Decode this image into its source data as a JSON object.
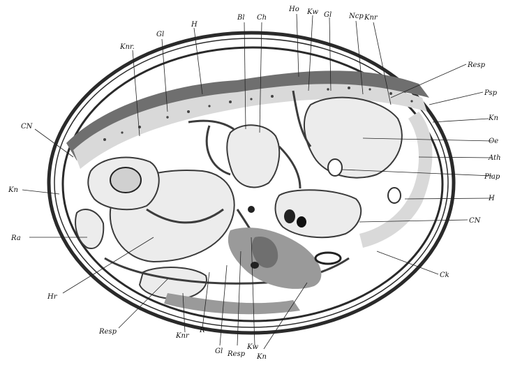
{
  "figure": {
    "labels": {
      "Knr_top_left": "Knr.",
      "Gl_top": "Gl",
      "H_top": "H",
      "Bl_top": "Bl",
      "Ch_top": "Ch",
      "Ho_top": "Ho",
      "Kw_top": "Kw",
      "Gl_top_right": "Gl",
      "Ncp_top": "Ncp",
      "Knr_top_right": "Knr",
      "CNi_left": "CN",
      "Kn_left": "Kn",
      "Ra_left": "Ra",
      "Hr_left": "Hr",
      "Resp_bottom_left": "Resp",
      "Resp_right": "Resp",
      "Psp_right": "Psp",
      "Kn_right": "Kn",
      "Oe_right": "Oe",
      "Ath_right": "Ath",
      "Plap_right": "Plap",
      "H_right": "H",
      "CN_right": "CN",
      "Ck_right": "Ck",
      "Knr_bottom": "Knr",
      "R_bottom": "R",
      "Gl_bottom": "Gl",
      "Resp_bottom": "Resp",
      "Kw_bottom": "Kw",
      "Kn_bottom": "Kn"
    }
  }
}
